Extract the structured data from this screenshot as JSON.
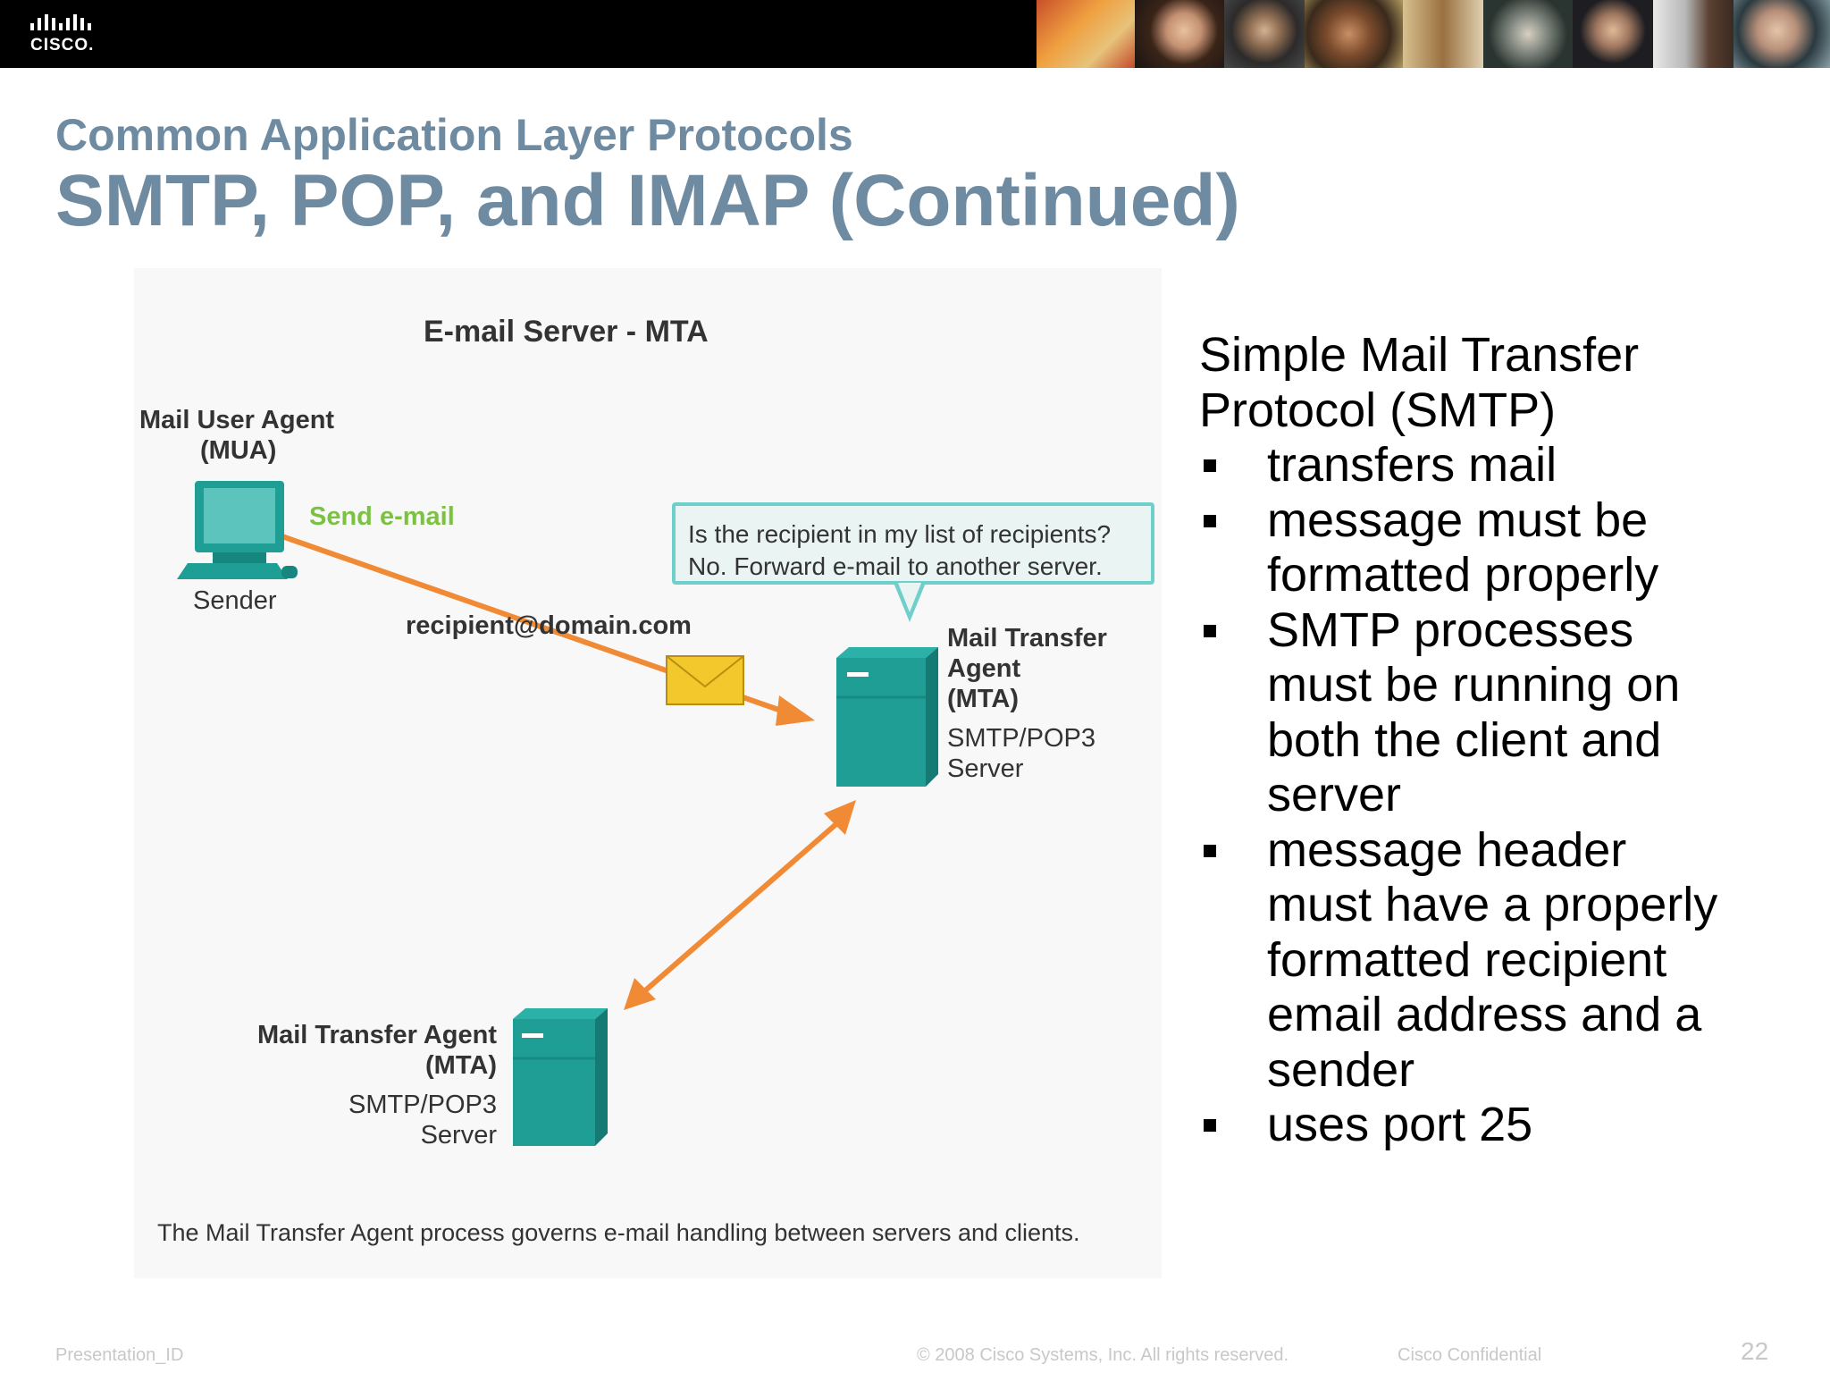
{
  "header": {
    "logo_text": "CISCO."
  },
  "slide": {
    "subtitle": "Common Application Layer Protocols",
    "title": "SMTP, POP, and IMAP (Continued)"
  },
  "diagram": {
    "heading": "E-mail Server - MTA",
    "mua_label_1": "Mail User Agent",
    "mua_label_2": "(MUA)",
    "sender_label": "Sender",
    "send_label": "Send e-mail",
    "recipient_label": "recipient@domain.com",
    "callout_line_1": "Is the recipient in my list of recipients?",
    "callout_line_2": "No. Forward e-mail to another server.",
    "mta1_line_1": "Mail Transfer",
    "mta1_line_2": "Agent",
    "mta1_line_3": "(MTA)",
    "mta1_line_4": "SMTP/POP3",
    "mta1_line_5": "Server",
    "mta2_line_1": "Mail Transfer Agent",
    "mta2_line_2": "(MTA)",
    "mta2_line_3": "SMTP/POP3",
    "mta2_line_4": "Server",
    "caption": "The Mail Transfer Agent process governs e-mail handling between servers and clients.",
    "colors": {
      "teal": "#1f9e95",
      "arrow": "#f08a34",
      "send": "#7cc242"
    }
  },
  "content": {
    "heading_line_1": "Simple Mail Transfer",
    "heading_line_2": "Protocol (SMTP)",
    "bullets": [
      {
        "lines": [
          "transfers mail"
        ]
      },
      {
        "lines": [
          "message must be",
          "formatted properly"
        ]
      },
      {
        "lines": [
          "SMTP processes",
          "must be running on",
          "both the client and",
          "server"
        ]
      },
      {
        "lines": [
          "message header",
          "must have a properly",
          "formatted recipient",
          "email address and a",
          "sender"
        ]
      },
      {
        "lines": [
          "uses port 25"
        ]
      }
    ]
  },
  "footer": {
    "left": "Presentation_ID",
    "center": "© 2008 Cisco Systems, Inc. All rights reserved.",
    "right": "Cisco Confidential",
    "page": "22"
  }
}
